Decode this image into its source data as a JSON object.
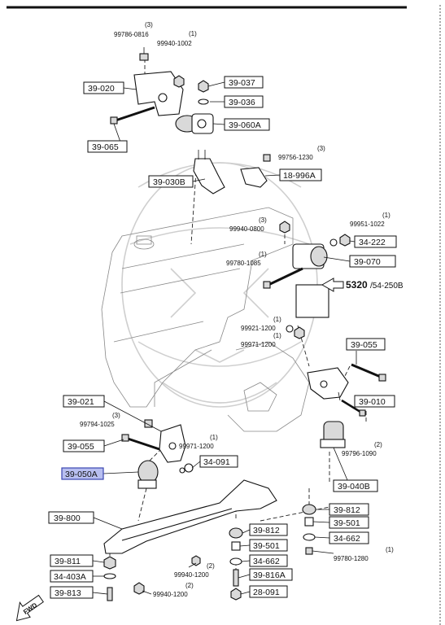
{
  "labels": {
    "p39_020": "39-020",
    "p39_037": "39-037",
    "p39_036": "39-036",
    "p39_060A": "39-060A",
    "p39_065": "39-065",
    "p39_030B": "39-030B",
    "p18_996A": "18-996A",
    "p34_222": "34-222",
    "p39_070": "39-070",
    "ref5320": "5320",
    "ref5320_sub": "/54-250B",
    "p39_055_r": "39-055",
    "p39_010": "39-010",
    "p39_021": "39-021",
    "p39_055_l": "39-055",
    "p34_091": "34-091",
    "p39_050A": "39-050A",
    "p39_040B": "39-040B",
    "p39_800": "39-800",
    "p39_812_r": "39-812",
    "p39_501_r": "39-501",
    "p34_662_r": "34-662",
    "p39_812_m": "39-812",
    "p39_501_m": "39-501",
    "p34_662_m": "34-662",
    "p39_816A": "39-816A",
    "p28_091": "28-091",
    "p39_811": "39-811",
    "p34_403A": "34-403A",
    "p39_813": "39-813"
  },
  "standard_parts": {
    "s1_qty": "(3)",
    "s1_pn": "99786-0816",
    "s2_qty": "(1)",
    "s2_pn": "99940-1002",
    "s3_qty": "(3)",
    "s3_pn": "99756-1230",
    "s4_qty": "(3)",
    "s4_pn": "99940-0800",
    "s5_qty": "(1)",
    "s5_pn": "99951-1022",
    "s6_qty": "(1)",
    "s6_pn": "99780-1085",
    "s7_qty": "(1)",
    "s7_pn": "99921-1200",
    "s8_qty": "(1)",
    "s8_pn": "99971-1200",
    "s9_qty": "(3)",
    "s9_pn": "99794-1025",
    "s10_qty": "(1)",
    "s10_pn": "99971-1200",
    "s11_qty": "(2)",
    "s11_pn": "99796-1090",
    "s12_qty": "(2)",
    "s12_pn": "99940-1200",
    "s13_qty": "(2)",
    "s13_pn": "99940-1200",
    "s14_qty": "(1)",
    "s14_pn": "99780-1280"
  },
  "direction_marker": "FWD",
  "colors": {
    "highlight_fill": "#b8bff0",
    "highlight_stroke": "#3a45b0",
    "line": "#111111"
  }
}
